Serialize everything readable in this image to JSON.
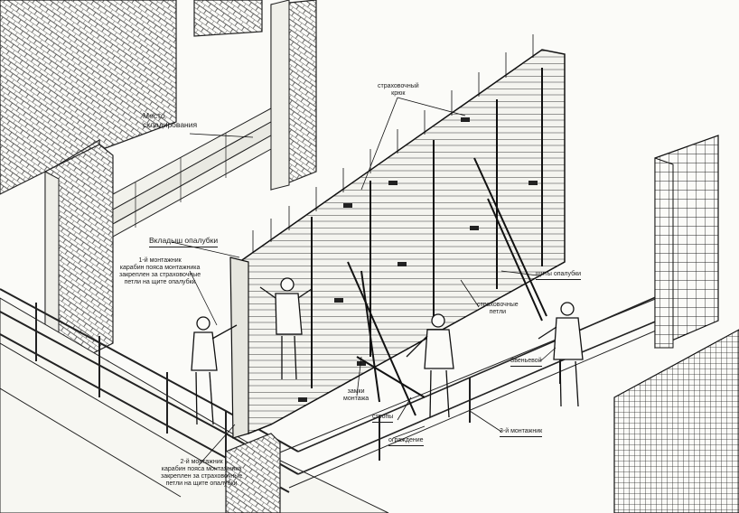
{
  "labels": {
    "storage_place": [
      "Место",
      "складирования"
    ],
    "safety_hook": [
      "страховочный",
      "крюк"
    ],
    "formwork_insert": "Вкладыш опалубки",
    "installer_1": [
      "1-й монтажник",
      "карабин пояса монтажника",
      "закреплен за страховочные",
      "петли на щите опалубки"
    ],
    "formwork_panels": "щиты опалубки",
    "safety_loops": [
      "страховочные",
      "петли"
    ],
    "signalman": "Звеньевой",
    "lock_installation": [
      "замки",
      "монтажа"
    ],
    "braces": "стропы",
    "installer_3": "3-й монтажник",
    "fence": "ограждение",
    "installer_2": [
      "2-й монтажник",
      "карабин пояса монтажника",
      "закреплен за страховочные",
      "петли на щите опалубки"
    ]
  },
  "colors": {
    "ink": "#1a1a1a",
    "paper": "#fbfbf8"
  }
}
